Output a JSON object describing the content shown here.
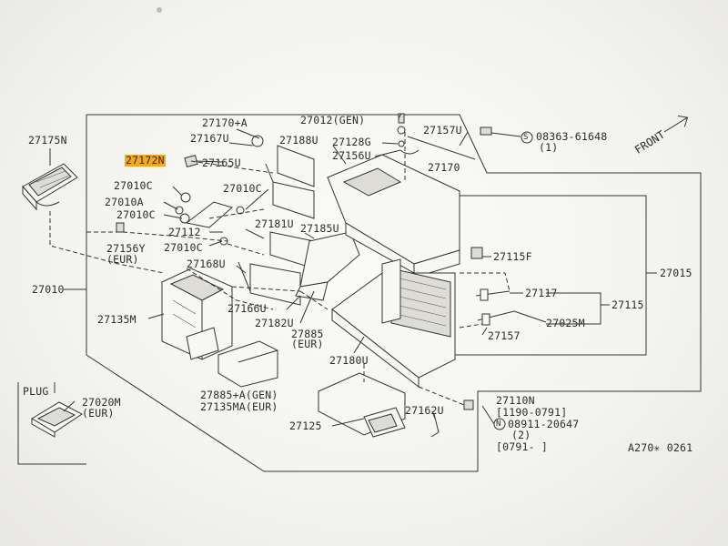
{
  "labels": {
    "p27175N": "27175N",
    "p27172N": "27172N",
    "p27010C_a": "27010C",
    "p27010A": "27010A",
    "p27010C_b": "27010C",
    "p27112": "27112",
    "p27156Y": "27156Y",
    "p27156Y_note": "(EUR)",
    "p27010C_c": "27010C",
    "p27010C_d": "27010C",
    "p27010": "27010",
    "p27135M": "27135M",
    "p27170A": "27170+A",
    "p27167U": "27167U",
    "p27165U": "27165U",
    "p27188U": "27188U",
    "p27181U": "27181U",
    "p27185U": "27185U",
    "p27168U": "27168U",
    "p27166U": "27166U",
    "p27182U": "27182U",
    "p27885": "27885",
    "p27885_note": "(EUR)",
    "p27885A": "27885+A(GEN)",
    "p27135MA": "27135MA(EUR)",
    "p27180U": "27180U",
    "p27125": "27125",
    "p27012": "27012(GEN)",
    "p27128G": "27128G",
    "p27156U": "27156U",
    "p27157U": "27157U",
    "p27170": "27170",
    "p08363": "08363-61648",
    "p08363_qty": "(1)",
    "p27115F": "27115F",
    "p27015": "27015",
    "p27117": "27117",
    "p27115": "27115",
    "p27157": "27157",
    "p27025M": "27025M",
    "p27162U": "27162U",
    "p27110N": "27110N",
    "p27110N_range": "[1190-0791]",
    "p08911": "08911-20647",
    "p08911_qty": "(2)",
    "p08911_range": "[0791-     ]",
    "plug": "PLUG",
    "p27020M": "27020M",
    "p27020M_note": "(EUR)",
    "front": "FRONT",
    "ref_code": "A270✳ 0261",
    "s_mark": "S",
    "n_mark": "N"
  },
  "highlight_color": "#f3a81e"
}
